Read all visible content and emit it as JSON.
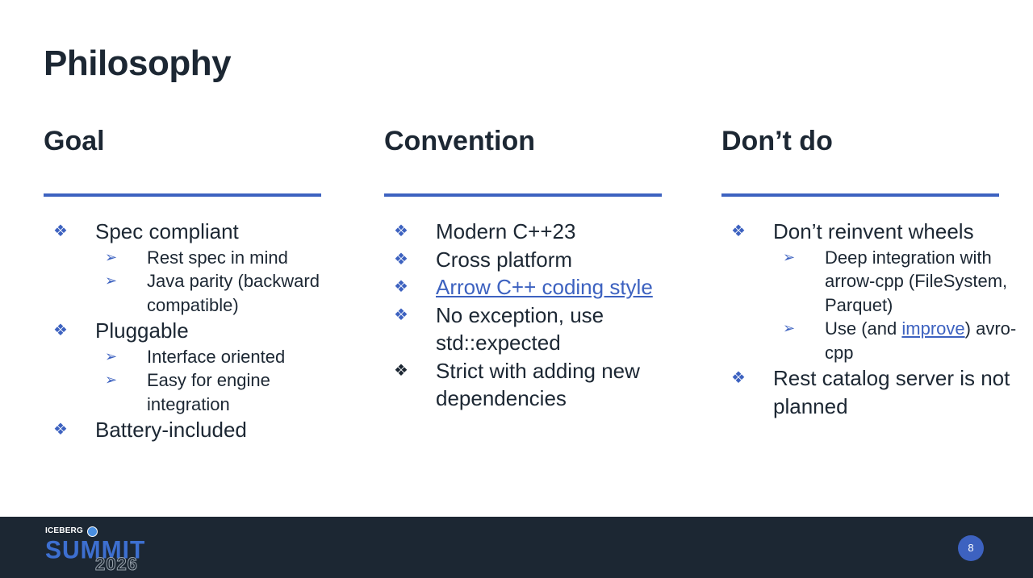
{
  "title": "Philosophy",
  "colors": {
    "accent": "#3d62c0",
    "text": "#1c2733",
    "footer_bg": "#1c2733"
  },
  "columns": {
    "goal": {
      "heading": "Goal",
      "items": [
        {
          "text": "Spec compliant",
          "sub": [
            "Rest spec in mind",
            "Java parity (backward compatible)"
          ]
        },
        {
          "text": "Pluggable",
          "sub": [
            "Interface oriented",
            "Easy for engine integration"
          ]
        },
        {
          "text": "Battery-included",
          "sub": []
        }
      ]
    },
    "convention": {
      "heading": "Convention",
      "items": [
        {
          "text": "Modern C++23"
        },
        {
          "text": "Cross platform"
        },
        {
          "text": "Arrow C++ coding style",
          "link": true
        },
        {
          "text": "No exception, use std::expected"
        },
        {
          "text": "Strict with adding new dependencies"
        }
      ]
    },
    "dontdo": {
      "heading": "Don’t do",
      "items": [
        {
          "text": "Don’t reinvent wheels"
        },
        {
          "text": "Deep integration with arrow-cpp (FileSystem, Parquet)"
        },
        {
          "pre": "Use (and ",
          "link": "improve",
          "post": ") avro-cpp"
        },
        {
          "text": "Rest catalog server is not planned"
        }
      ]
    }
  },
  "footer": {
    "logo_top": "ICEBERG",
    "logo_main": "SUMMIT",
    "logo_year": "2026",
    "page_number": "8"
  },
  "icons": {
    "bullet_level1": "diamond-bullet-icon",
    "bullet_level2": "arrowhead-bullet-icon"
  }
}
